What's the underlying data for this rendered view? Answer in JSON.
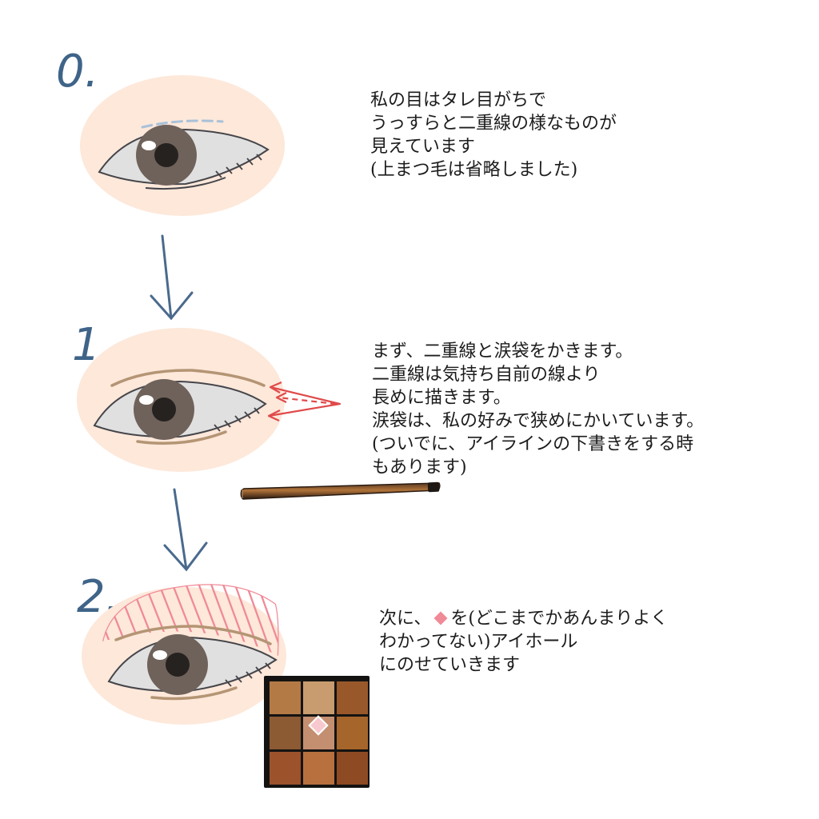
{
  "steps": [
    {
      "number": "0.",
      "lines": [
        "私の目はタレ目がちで",
        "うっすらと二重線の様なものが",
        "見えています",
        "(上まつ毛は省略しました)"
      ]
    },
    {
      "number": "1.",
      "lines": [
        "まず、二重線と涙袋をかきます。",
        "二重線は気持ち自前の線より",
        "長めに描きます。",
        "涙袋は、私の好みで狭めにかいています。",
        "(ついでに、アイラインの下書きをする時",
        "もあります)"
      ]
    },
    {
      "number": "2.",
      "line1_before": "次に、",
      "line1_after": "を(どこまでかあんまりよく",
      "lines_rest": [
        "わかってない)アイホール",
        "にのせていきます"
      ]
    }
  ],
  "colors": {
    "skin": "#fde8da",
    "iris": "#6f625b",
    "pupil": "#262220",
    "sclera": "#e0e0e0",
    "outline": "#45454a",
    "crease_brown": "#b49574",
    "dashed_blue": "#a9c1d9",
    "arrow_blue": "#4a6a8d",
    "highlight_red": "#e04a4a",
    "pink_stripe": "#f08a96",
    "number_blue": "#3f6488"
  },
  "palette_shade_colors": [
    "#b37a46",
    "#c89c6e",
    "#99582a",
    "#8c5a33",
    "#c48f70",
    "#a6652b",
    "#9c522b",
    "#b8703f",
    "#8e4a22"
  ],
  "icons": {
    "flow_arrow": "down-arrow-icon",
    "marker_diamond": "pink-diamond-icon",
    "eyeliner": "eyeliner-pencil-icon",
    "eyeshadow": "eyeshadow-palette-icon"
  }
}
